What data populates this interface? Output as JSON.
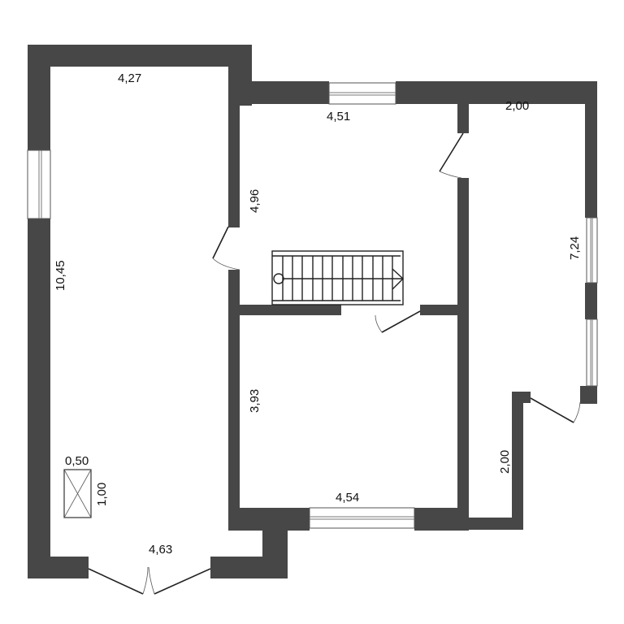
{
  "plan": {
    "type": "floor-plan",
    "wall_color": "#474747",
    "background": "#ffffff",
    "dimensions": {
      "left_room_top": "4,27",
      "left_room_side": "10,45",
      "left_room_bottom": "4,63",
      "middle_top_room_top": "4,51",
      "middle_top_room_side": "4,96",
      "middle_bottom_room_side": "3,93",
      "middle_bottom_room_bottom": "4,54",
      "right_room_top": "2,00",
      "right_room_side": "7,24",
      "right_room_lower_side": "2,00",
      "fixture_width": "0,50",
      "fixture_height": "1,00"
    },
    "fixture": {
      "icon": "boiler-box-icon"
    },
    "stair": {
      "icon": "staircase-icon"
    }
  }
}
